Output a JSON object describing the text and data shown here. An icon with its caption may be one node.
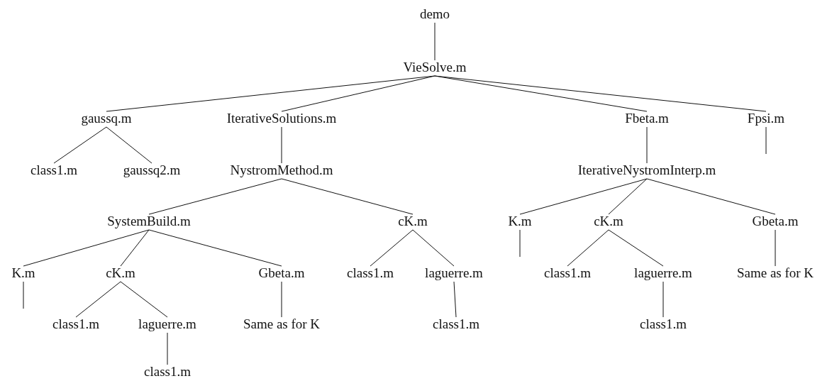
{
  "diagram": {
    "nodes": [
      {
        "text": [
          "demo"
        ]
      },
      {
        "text": [
          "VieSolve.m"
        ]
      },
      {
        "text": [
          "gaussq.m"
        ]
      },
      {
        "text": [
          "IterativeSolutions.m"
        ]
      },
      {
        "text": [
          "Fbeta.m"
        ]
      },
      {
        "text": [
          "Fpsi.m"
        ]
      },
      {
        "text": [
          "class1.m"
        ]
      },
      {
        "text": [
          "gaussq2.m"
        ]
      },
      {
        "text": [
          "NystromMethod.m"
        ]
      },
      {
        "text": [
          "IterativeNystromInterp.m"
        ]
      },
      {
        "text": [
          "SystemBuild.m"
        ]
      },
      {
        "text": [
          "cK.m"
        ]
      },
      {
        "text": [
          "K.m"
        ]
      },
      {
        "text": [
          "cK.m"
        ]
      },
      {
        "text": [
          "Gbeta.m"
        ]
      },
      {
        "text": [
          "K.m"
        ]
      },
      {
        "text": [
          "cK.m"
        ]
      },
      {
        "text": [
          "Gbeta.m"
        ]
      },
      {
        "text": [
          "class1.m"
        ]
      },
      {
        "text": [
          "laguerre.m"
        ]
      },
      {
        "text": [
          "class1.m"
        ]
      },
      {
        "text": [
          "laguerre.m"
        ]
      },
      {
        "text": [
          "Same as for K"
        ]
      },
      {
        "text": [
          "class1.m"
        ]
      },
      {
        "text": [
          "laguerre.m"
        ]
      },
      {
        "text": [
          "Same as for K"
        ]
      },
      {
        "text": [
          "class1.m"
        ]
      },
      {
        "text": [
          "class1.m"
        ]
      },
      {
        "text": [
          "class1.m"
        ]
      }
    ],
    "edges": [
      {
        "from": 0,
        "to": 1,
        "arrow": "none"
      },
      {
        "from": 1,
        "to": 2,
        "arrow": "none"
      },
      {
        "from": 1,
        "to": 3,
        "arrow": "none"
      },
      {
        "from": 1,
        "to": 4,
        "arrow": "none"
      },
      {
        "from": 1,
        "to": 5,
        "arrow": "none"
      },
      {
        "from": 5,
        "to": null,
        "arrow": "none"
      },
      {
        "from": 2,
        "to": 6,
        "arrow": "none"
      },
      {
        "from": 2,
        "to": 7,
        "arrow": "none"
      },
      {
        "from": 3,
        "to": 8,
        "arrow": "none"
      },
      {
        "from": 4,
        "to": 9,
        "arrow": "none"
      },
      {
        "from": 8,
        "to": 10,
        "arrow": "none"
      },
      {
        "from": 8,
        "to": 11,
        "arrow": "none"
      },
      {
        "from": 9,
        "to": 12,
        "arrow": "none"
      },
      {
        "from": 9,
        "to": 13,
        "arrow": "none"
      },
      {
        "from": 9,
        "to": 14,
        "arrow": "none"
      },
      {
        "from": 12,
        "to": null,
        "arrow": "none"
      },
      {
        "from": 10,
        "to": 15,
        "arrow": "none"
      },
      {
        "from": 10,
        "to": 16,
        "arrow": "none"
      },
      {
        "from": 10,
        "to": 17,
        "arrow": "none"
      },
      {
        "from": 11,
        "to": 18,
        "arrow": "none"
      },
      {
        "from": 11,
        "to": 19,
        "arrow": "none"
      },
      {
        "from": 13,
        "to": 20,
        "arrow": "none"
      },
      {
        "from": 13,
        "to": 21,
        "arrow": "none"
      },
      {
        "from": 14,
        "to": 22,
        "arrow": "none"
      },
      {
        "from": 15,
        "to": null,
        "arrow": "none"
      },
      {
        "from": 16,
        "to": 23,
        "arrow": "none"
      },
      {
        "from": 16,
        "to": 24,
        "arrow": "none"
      },
      {
        "from": 17,
        "to": 25,
        "arrow": "none"
      },
      {
        "from": 19,
        "to": 26,
        "arrow": "none"
      },
      {
        "from": 21,
        "to": 27,
        "arrow": "none"
      },
      {
        "from": 24,
        "to": 28,
        "arrow": "none"
      }
    ]
  }
}
